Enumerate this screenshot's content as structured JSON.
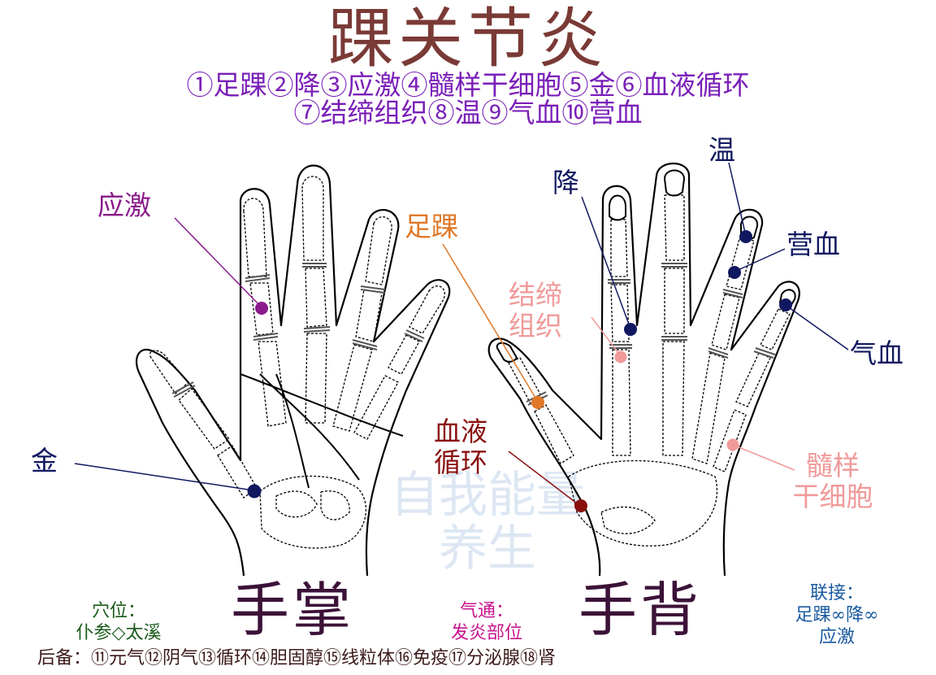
{
  "title": "踝关节炎",
  "legend": {
    "line1": "①足踝②降③应激④髓样干细胞⑤金⑥血液循环",
    "line2": "⑦结缔组织⑧温⑨气血⑩营血"
  },
  "labels": {
    "yingji": "应激",
    "zuhuai": "足踝",
    "jin": "金",
    "jiang": "降",
    "wen": "温",
    "yingxue": "营血",
    "qixue": "气血",
    "jieti_line1": "结缔",
    "jieti_line2": "组织",
    "xueye_line1": "血液",
    "xueye_line2": "循环",
    "suiyang_line1": "髓样",
    "suiyang_line2": "干细胞"
  },
  "palm_title": "手掌",
  "back_title": "手背",
  "acupoint": {
    "heading": "穴位：",
    "text": "仆参◇太溪"
  },
  "qitong": {
    "heading": "气通：",
    "text": "发炎部位"
  },
  "link": {
    "heading": "联接：",
    "line1": "足踝∞降∞",
    "line2": "应激"
  },
  "backup": "后备：⑪元气⑫阴气⑬循环⑭胆固醇⑮线粒体⑯免疫⑰分泌腺⑱肾",
  "watermark": {
    "line1": "自我能量",
    "line2": "养生"
  },
  "colors": {
    "title": "#7a3a36",
    "legend": "#7a1fb8",
    "navy": "#101860",
    "orange": "#e07828",
    "pink": "#f09a9a",
    "darkred": "#8a1010",
    "purple": "#8a1a8a",
    "green": "#1a5a1a",
    "magenta": "#c8148c",
    "blue": "#1a5aa0",
    "outline": "#000000"
  }
}
